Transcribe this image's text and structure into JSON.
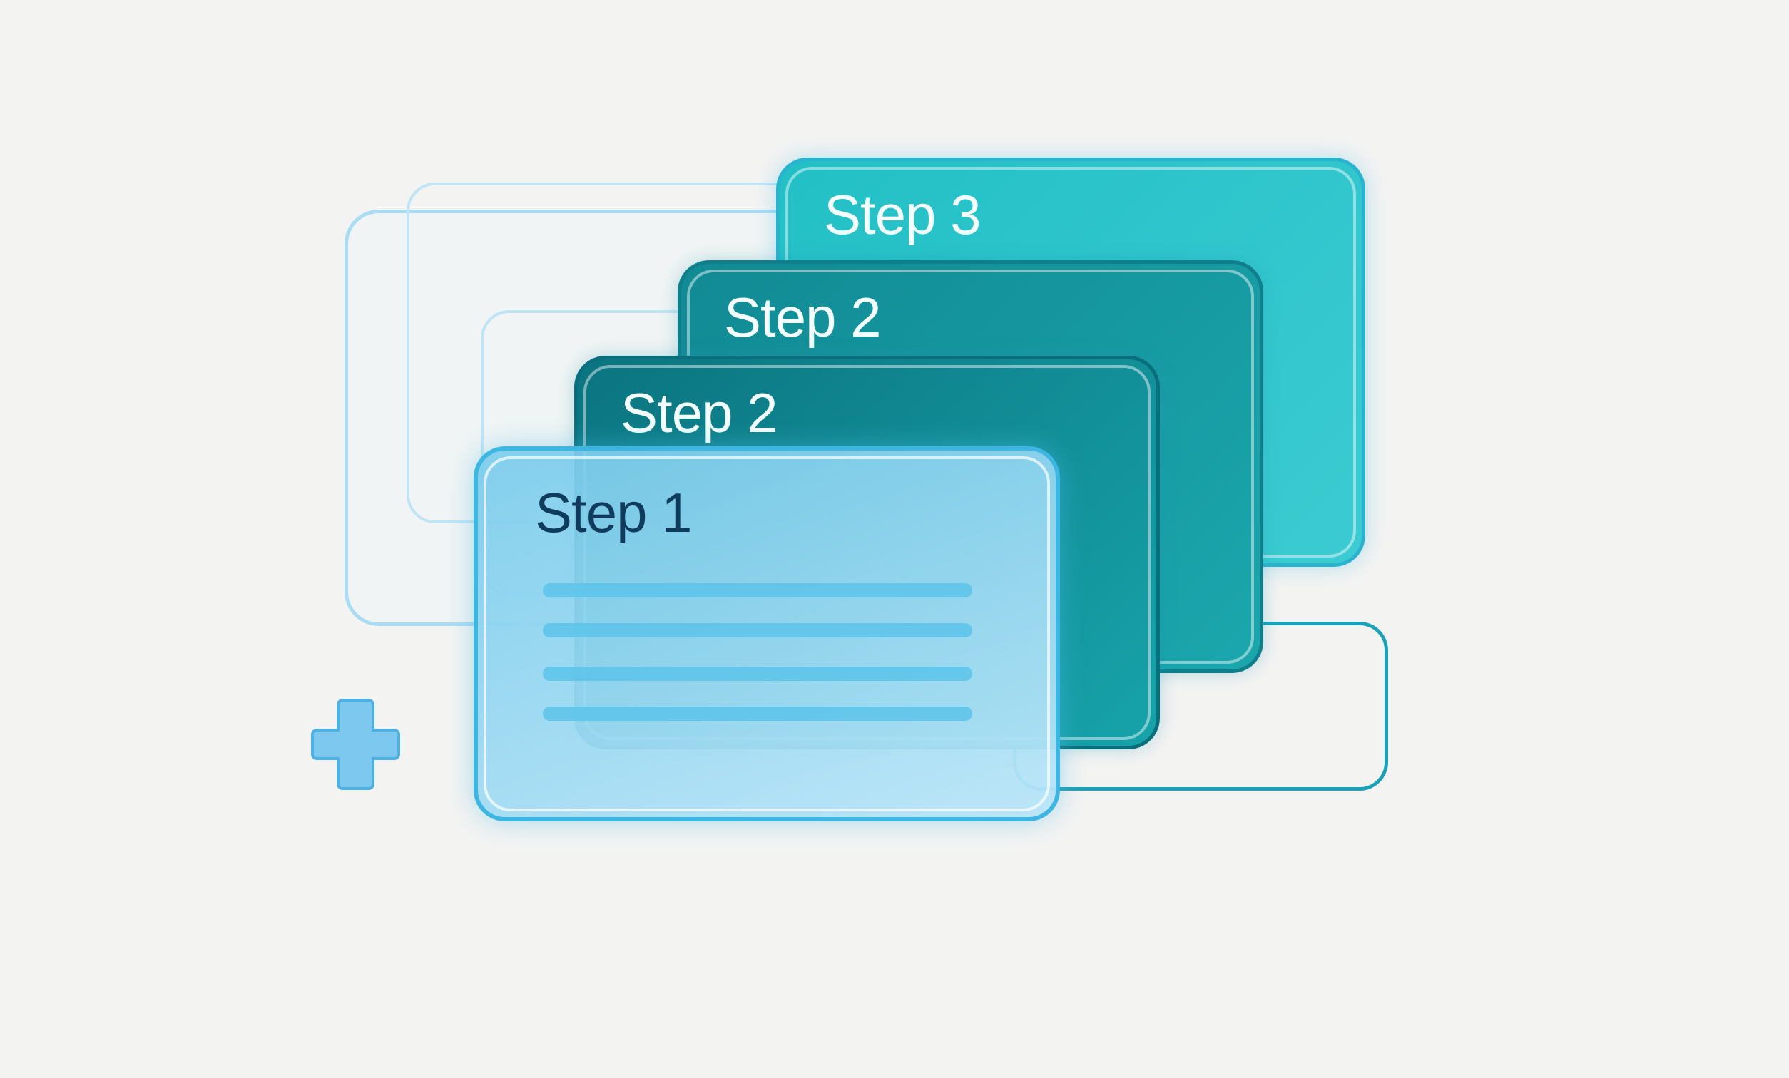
{
  "cards": [
    {
      "title": "Step 3",
      "color": "#22c0c6"
    },
    {
      "title": "Step 2",
      "color": "#108f98"
    },
    {
      "title": "Step 2",
      "color": "#0c7e88"
    },
    {
      "title": "Step 1",
      "color": "#8fd4f1"
    }
  ],
  "step1_text_line_count": 4,
  "icons": {
    "plus": "plus-icon"
  }
}
